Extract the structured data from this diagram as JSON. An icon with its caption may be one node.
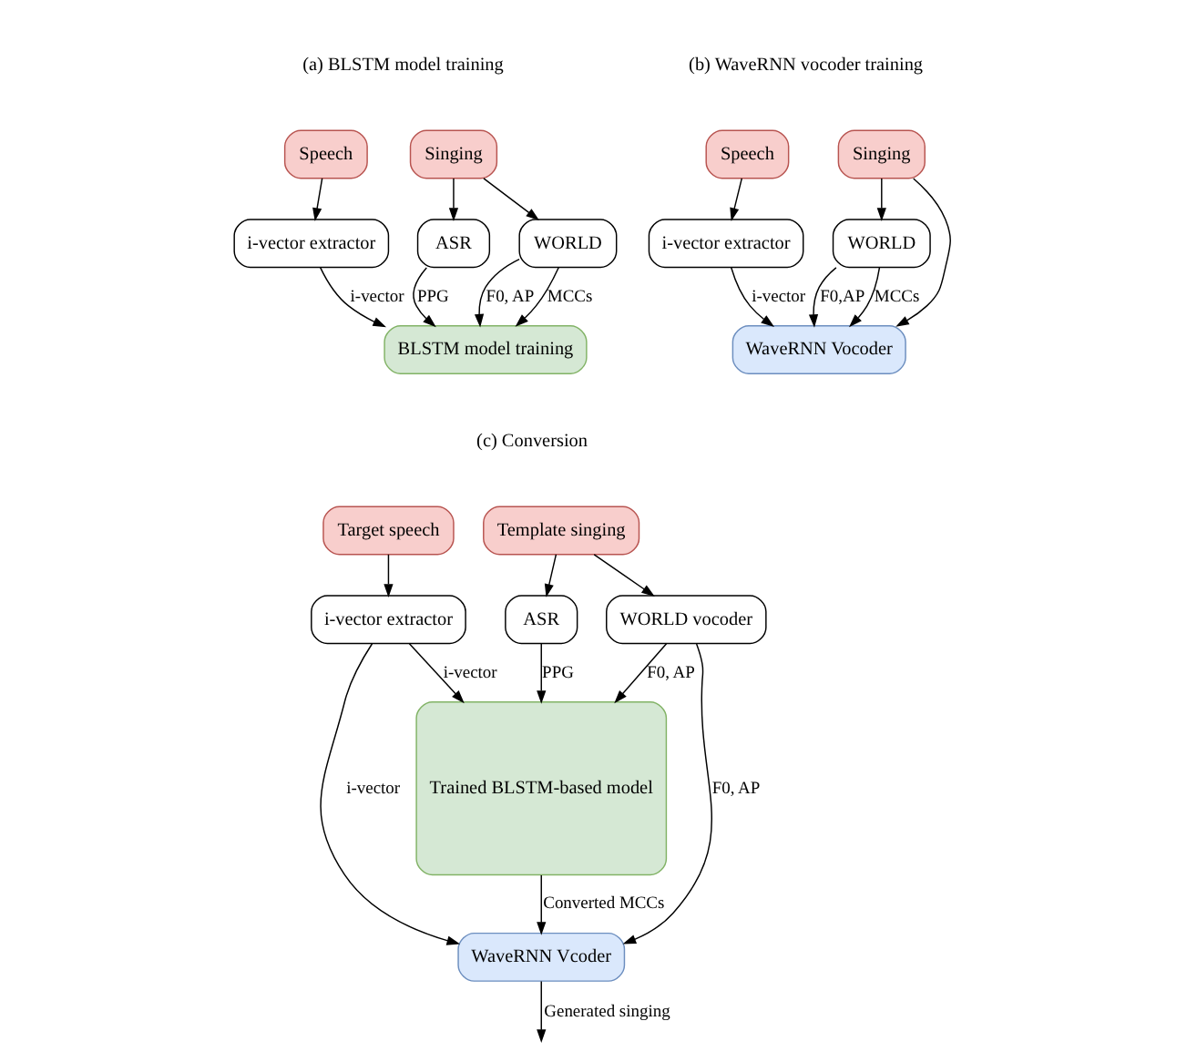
{
  "diagram": {
    "nodes": [
      {
        "text": [
          "Speech"
        ]
      },
      {
        "text": [
          "Singing"
        ]
      },
      {
        "text": [
          "i-vector extractor"
        ]
      },
      {
        "text": [
          "ASR"
        ]
      },
      {
        "text": [
          "WORLD"
        ]
      },
      {
        "text": [
          "BLSTM model training"
        ]
      },
      {
        "text": [
          "Speech"
        ]
      },
      {
        "text": [
          "Singing"
        ]
      },
      {
        "text": [
          "i-vector extractor"
        ]
      },
      {
        "text": [
          "WORLD"
        ]
      },
      {
        "text": [
          "WaveRNN Vocoder"
        ]
      },
      {
        "text": [
          "Target speech"
        ]
      },
      {
        "text": [
          "i-vector extractor"
        ]
      },
      {
        "text": [
          "Template singing"
        ]
      },
      {
        "text": [
          "ASR"
        ]
      },
      {
        "text": [
          "WORLD vocoder"
        ]
      },
      {
        "text": [
          "Trained BLSTM-based model"
        ]
      },
      {
        "text": [
          "WaveRNN Vcoder"
        ]
      }
    ],
    "edges": [
      {
        "from": 0,
        "to": 2,
        "arrow": "to"
      },
      {
        "from": 1,
        "to": 3,
        "arrow": "to"
      },
      {
        "from": 1,
        "to": 4,
        "arrow": "to"
      },
      {
        "from": 2,
        "to": 5,
        "arrow": "to",
        "label": "i-vector"
      },
      {
        "from": 3,
        "to": 5,
        "arrow": "to",
        "label": "PPG"
      },
      {
        "from": 4,
        "to": 5,
        "arrow": "to",
        "label": "F0, AP"
      },
      {
        "from": 4,
        "to": 5,
        "arrow": "to",
        "label": "MCCs"
      },
      {
        "from": 6,
        "to": 8,
        "arrow": "to"
      },
      {
        "from": 7,
        "to": 9,
        "arrow": "to"
      },
      {
        "from": 8,
        "to": 10,
        "arrow": "to",
        "label": "i-vector"
      },
      {
        "from": 9,
        "to": 10,
        "arrow": "to",
        "label": "F0,AP"
      },
      {
        "from": 9,
        "to": 10,
        "arrow": "to",
        "label": "MCCs"
      },
      {
        "from": 7,
        "to": 10,
        "arrow": "to"
      },
      {
        "from": 11,
        "to": 12,
        "arrow": "to"
      },
      {
        "from": 12,
        "to": 16,
        "arrow": "to",
        "label": "i-vector"
      },
      {
        "from": 12,
        "to": 17,
        "arrow": "to",
        "label": "i-vector"
      },
      {
        "from": 13,
        "to": 14,
        "arrow": "to"
      },
      {
        "from": 13,
        "to": 15,
        "arrow": "to"
      },
      {
        "from": 14,
        "to": 16,
        "arrow": "to",
        "label": "PPG"
      },
      {
        "from": 15,
        "to": 16,
        "arrow": "to",
        "label": "F0, AP"
      },
      {
        "from": 16,
        "to": 17,
        "arrow": "to",
        "label": "Converted MCCs"
      },
      {
        "from": 17,
        "to": null,
        "arrow": "to",
        "label": "Generated singing"
      },
      {
        "from": 15,
        "to": 17,
        "arrow": "to",
        "label": "F0, AP"
      }
    ],
    "labels": [
      "(a) BLSTM model training",
      "(b) WaveRNN vocoder training",
      "(c) Conversion"
    ]
  }
}
